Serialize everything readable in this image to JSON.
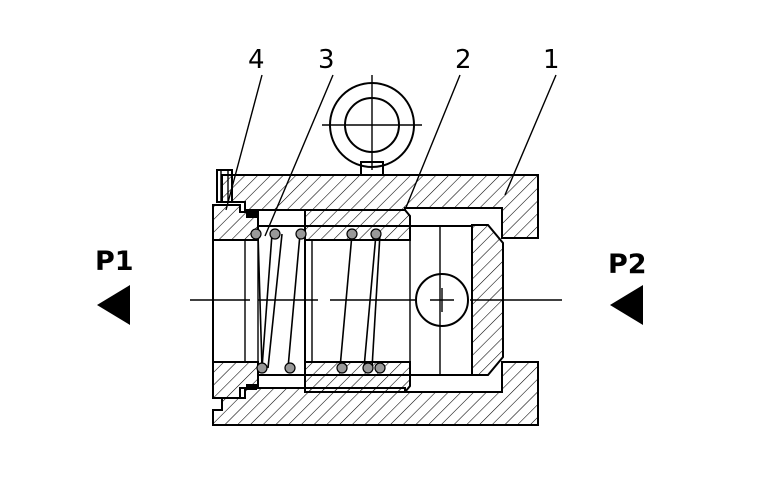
{
  "callouts": [
    {
      "id": "1",
      "label": "1"
    },
    {
      "id": "2",
      "label": "2"
    },
    {
      "id": "3",
      "label": "3"
    },
    {
      "id": "4",
      "label": "4"
    }
  ],
  "ports": {
    "p1": {
      "label": "P1"
    },
    "p2": {
      "label": "P2"
    }
  }
}
